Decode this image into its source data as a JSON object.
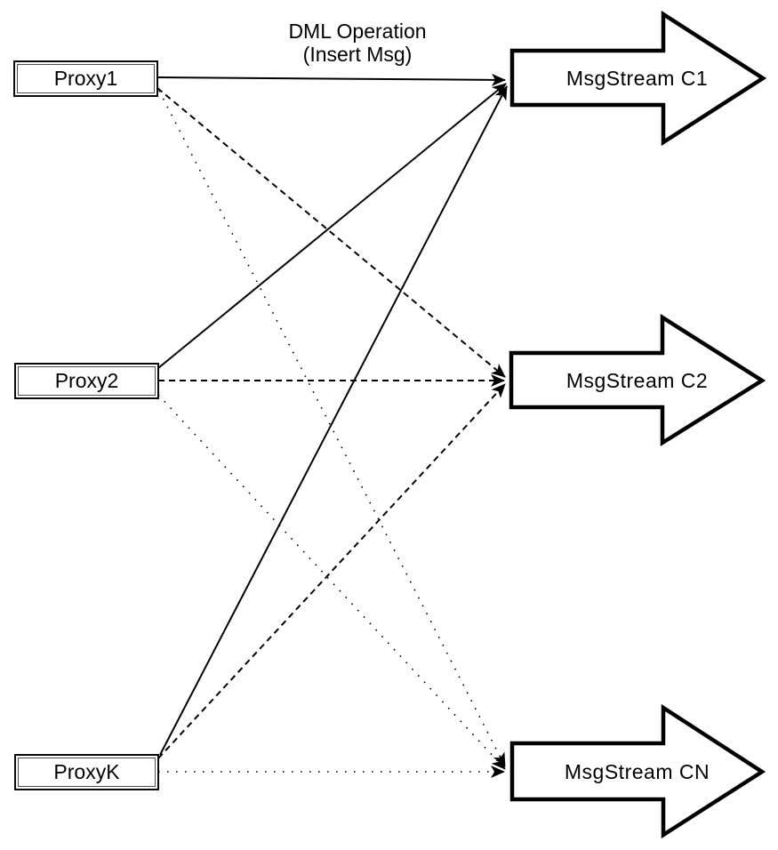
{
  "diagram": {
    "title_line1": "DML Operation",
    "title_line2": "(Insert Msg)",
    "proxies": [
      {
        "id": "proxy1",
        "label": "Proxy1"
      },
      {
        "id": "proxy2",
        "label": "Proxy2"
      },
      {
        "id": "proxyk",
        "label": "ProxyK"
      }
    ],
    "streams": [
      {
        "id": "c1",
        "label": "MsgStream C1"
      },
      {
        "id": "c2",
        "label": "MsgStream C2"
      },
      {
        "id": "cn",
        "label": "MsgStream CN"
      }
    ],
    "edges": [
      {
        "from": "Proxy1",
        "to": "MsgStream C1",
        "style": "solid"
      },
      {
        "from": "Proxy1",
        "to": "MsgStream C2",
        "style": "dashed"
      },
      {
        "from": "Proxy1",
        "to": "MsgStream CN",
        "style": "dotted"
      },
      {
        "from": "Proxy2",
        "to": "MsgStream C1",
        "style": "solid"
      },
      {
        "from": "Proxy2",
        "to": "MsgStream C2",
        "style": "dashed"
      },
      {
        "from": "Proxy2",
        "to": "MsgStream CN",
        "style": "dotted"
      },
      {
        "from": "ProxyK",
        "to": "MsgStream C1",
        "style": "solid"
      },
      {
        "from": "ProxyK",
        "to": "MsgStream C2",
        "style": "dashed"
      },
      {
        "from": "ProxyK",
        "to": "MsgStream CN",
        "style": "dotted"
      }
    ],
    "colors": {
      "line": "#000000",
      "shape_fill": "#ffffff",
      "background": "#ffffff"
    }
  }
}
